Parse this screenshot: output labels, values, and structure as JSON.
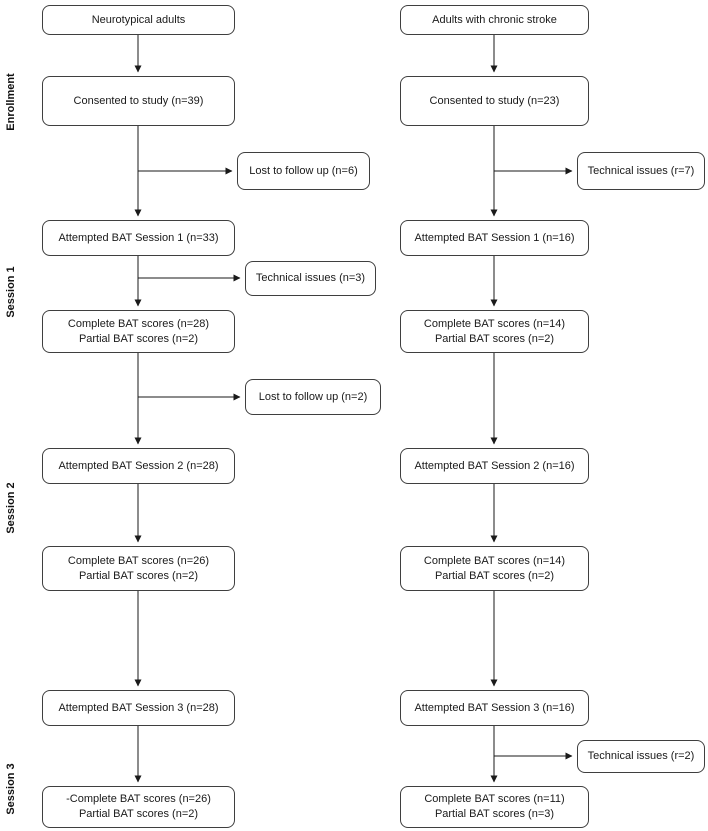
{
  "side_labels": [
    "Enrollment",
    "Session 1",
    "Session 2",
    "Session 3"
  ],
  "left_column": {
    "title": "Neurotypical adults",
    "consented": "Consented to study (n=39)",
    "lost_followup_1": "Lost to follow up (n=6)",
    "attempted_session1": "Attempted BAT Session 1 (n=33)",
    "technical_session1": "Technical issues (n=3)",
    "scores_session1": "Complete BAT scores (n=28)\nPartial BAT scores (n=2)",
    "lost_followup_2": "Lost to follow up (n=2)",
    "attempted_session2": "Attempted BAT Session 2 (n=28)",
    "scores_session2": "Complete BAT scores (n=26)\nPartial BAT scores (n=2)",
    "attempted_session3": "Attempted BAT Session 3 (n=28)",
    "scores_session3": "-Complete BAT scores (n=26)\nPartial BAT scores (n=2)"
  },
  "right_column": {
    "title": "Adults with chronic stroke",
    "consented": "Consented to study (n=23)",
    "technical_session1": "Technical issues (r=7)",
    "attempted_session1": "Attempted BAT Session 1 (n=16)",
    "scores_session1": "Complete BAT scores (n=14)\nPartial BAT scores (n=2)",
    "attempted_session2": "Attempted BAT Session 2 (n=16)",
    "scores_session2": "Complete BAT scores (n=14)\nPartial BAT scores (n=2)",
    "attempted_session3": "Attempted BAT Session 3 (n=16)",
    "technical_session3": "Technical issues (r=2)",
    "scores_session3": "Complete BAT scores (n=11)\nPartial BAT scores (n=3)"
  },
  "colors": {
    "box_border": "#3f3f3f",
    "arrow": "#1a1a1a",
    "background": "#ffffff"
  }
}
